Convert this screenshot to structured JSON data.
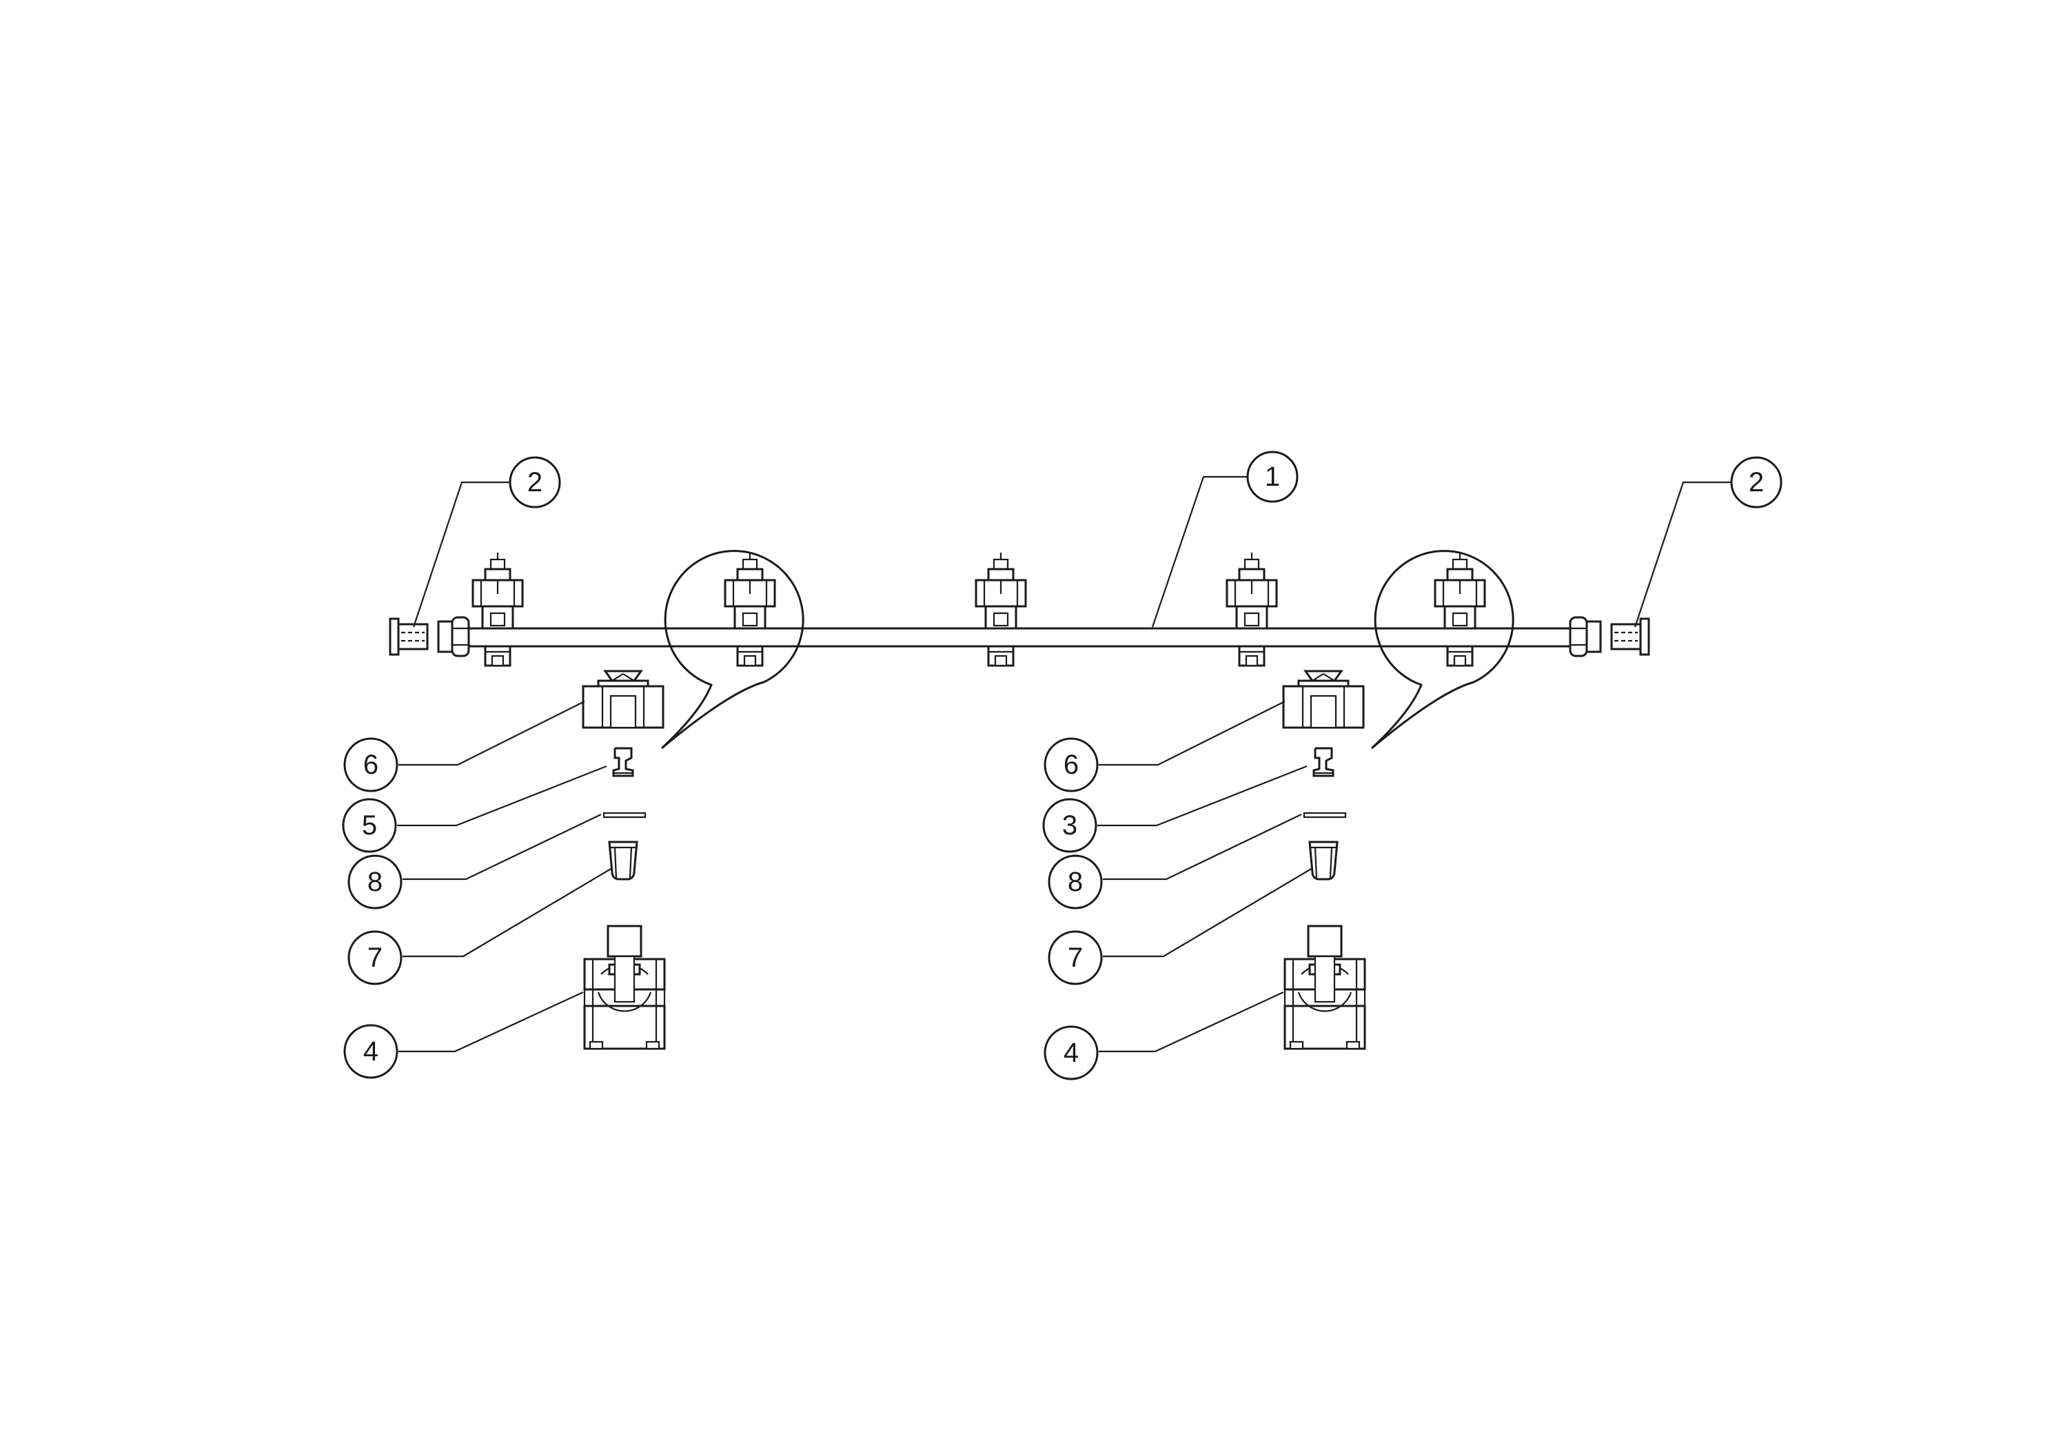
{
  "colors": {
    "line": "#1a1a1a",
    "background": "#ffffff"
  },
  "balloons": [
    {
      "id": "b-top-left",
      "label": "2"
    },
    {
      "id": "b-top-center",
      "label": "1"
    },
    {
      "id": "b-top-right",
      "label": "2"
    },
    {
      "id": "b-left-6",
      "label": "6"
    },
    {
      "id": "b-left-5",
      "label": "5"
    },
    {
      "id": "b-left-8",
      "label": "8"
    },
    {
      "id": "b-left-7",
      "label": "7"
    },
    {
      "id": "b-left-4",
      "label": "4"
    },
    {
      "id": "b-right-6",
      "label": "6"
    },
    {
      "id": "b-right-3",
      "label": "3"
    },
    {
      "id": "b-right-8",
      "label": "8"
    },
    {
      "id": "b-right-7",
      "label": "7"
    },
    {
      "id": "b-right-4",
      "label": "4"
    }
  ]
}
